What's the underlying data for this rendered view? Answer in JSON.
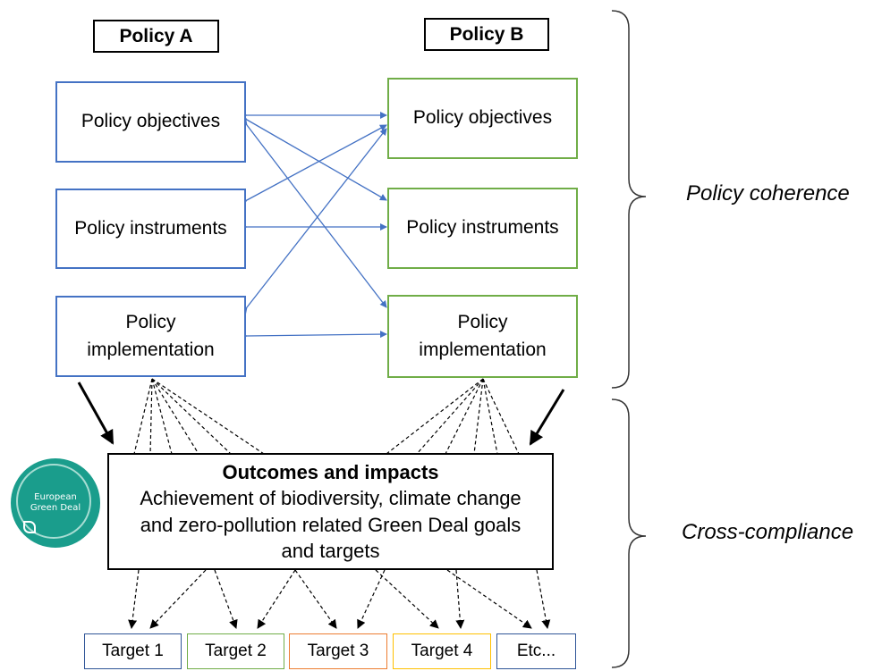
{
  "headers": {
    "policy_a": "Policy A",
    "policy_b": "Policy B"
  },
  "policy_a": {
    "objectives": "Policy objectives",
    "instruments": "Policy instruments",
    "implementation": "Policy implementation"
  },
  "policy_b": {
    "objectives": "Policy objectives",
    "instruments": "Policy instruments",
    "implementation": "Policy implementation"
  },
  "outcomes": {
    "title": "Outcomes and impacts",
    "body": "Achievement of biodiversity, climate change and zero-pollution related Green Deal goals and targets"
  },
  "logo": {
    "text": "European Green Deal"
  },
  "targets": [
    "Target 1",
    "Target 2",
    "Target 3",
    "Target 4",
    "Etc..."
  ],
  "side_labels": {
    "coherence": "Policy coherence",
    "compliance": "Cross-compliance"
  },
  "colors": {
    "policy_a": "#4472c4",
    "policy_b": "#70ad47",
    "arrows": "#4472c4",
    "logo": "#1a9d8c",
    "targets": [
      "#2f5597",
      "#70ad47",
      "#ed7d31",
      "#ffc000",
      "#2f5597"
    ]
  }
}
